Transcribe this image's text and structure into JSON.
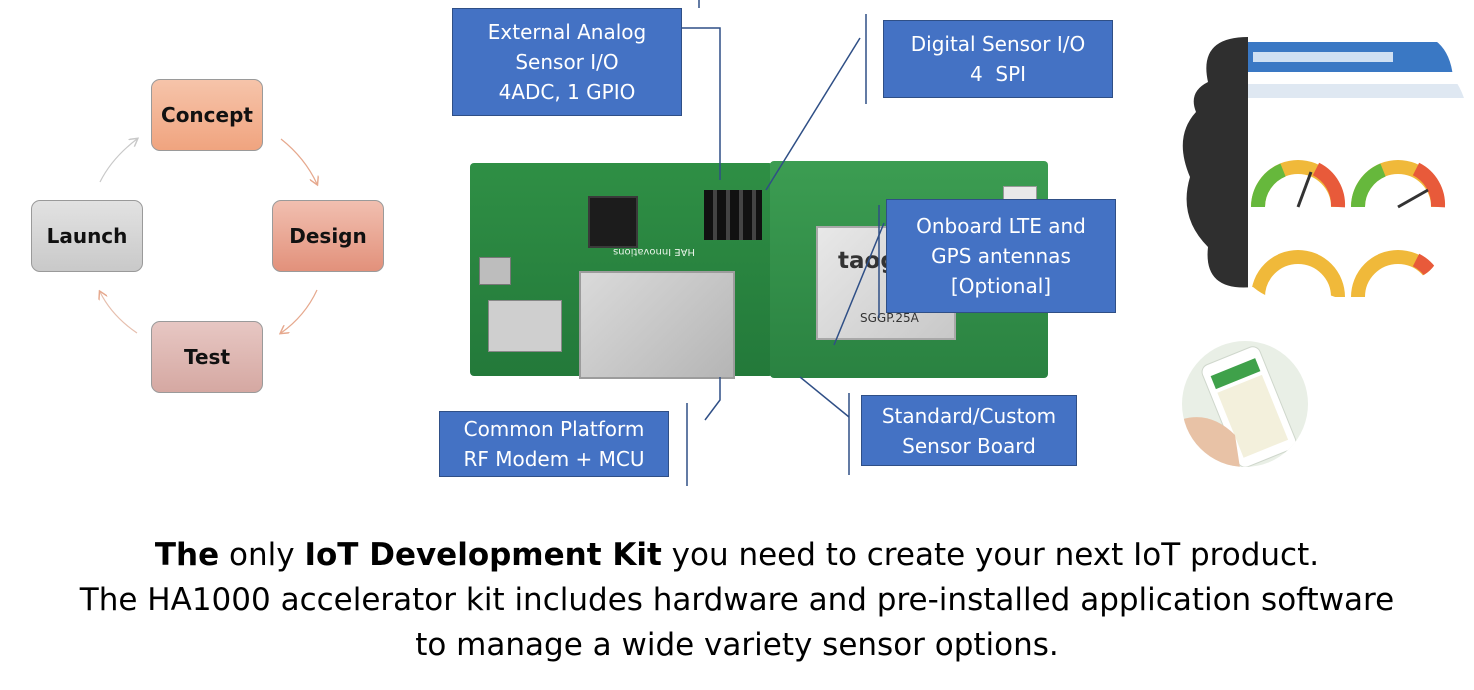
{
  "lifecycle": {
    "concept": "Concept",
    "design": "Design",
    "test": "Test",
    "launch": "Launch"
  },
  "callouts": {
    "analog": [
      "External Analog",
      "Sensor I/O",
      "4ADC, 1 GPIO"
    ],
    "digital": [
      "Digital Sensor I/O",
      "4  SPI"
    ],
    "lte": [
      "Onboard LTE and",
      "GPS antennas",
      "[Optional]"
    ],
    "common": [
      "Common Platform",
      "RF Modem + MCU"
    ],
    "sensor": [
      "Standard/Custom",
      "Sensor Board"
    ]
  },
  "board": {
    "label": "HAE Innovations",
    "module_brand": "taog",
    "module_text": "SGGP.25A"
  },
  "caption": {
    "line1_b1": "The",
    "line1_t1": " only ",
    "line1_b2": "IoT Development Kit",
    "line1_t2": " you need to create your next IoT product.",
    "line2": "The HA1000 accelerator kit includes hardware and pre-installed application software",
    "line3": "to manage a wide variety sensor options."
  },
  "colors": {
    "callout_fill": "#4472c4",
    "concept": "#f0a47f",
    "design": "#e2917b",
    "test": "#d5a8a2",
    "launch": "#c9c9c9",
    "pcb": "#2a8241"
  }
}
